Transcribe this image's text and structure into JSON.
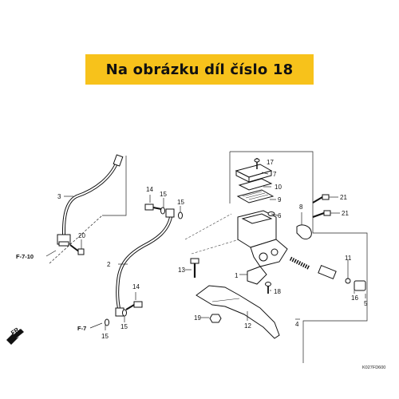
{
  "banner": {
    "text": "Na obrázku díl číslo 18",
    "color": "#f7c21b"
  },
  "diagram": {
    "code": "K027FD600",
    "front_marker": "FR.",
    "refs": {
      "f7_10": "F-7-10",
      "f7": "F-7"
    },
    "parts": {
      "p1": "1",
      "p2": "2",
      "p3": "3",
      "p4": "4",
      "p5": "5",
      "p6": "6",
      "p7": "7",
      "p8": "8",
      "p9": "9",
      "p10": "10",
      "p11": "11",
      "p12": "12",
      "p13": "13",
      "p14a": "14",
      "p14b": "14",
      "p15a": "15",
      "p15b": "15",
      "p15c": "15",
      "p15d": "15",
      "p16": "16",
      "p17": "17",
      "p18": "18",
      "p19": "19",
      "p20": "20",
      "p21a": "21",
      "p21b": "21"
    }
  }
}
